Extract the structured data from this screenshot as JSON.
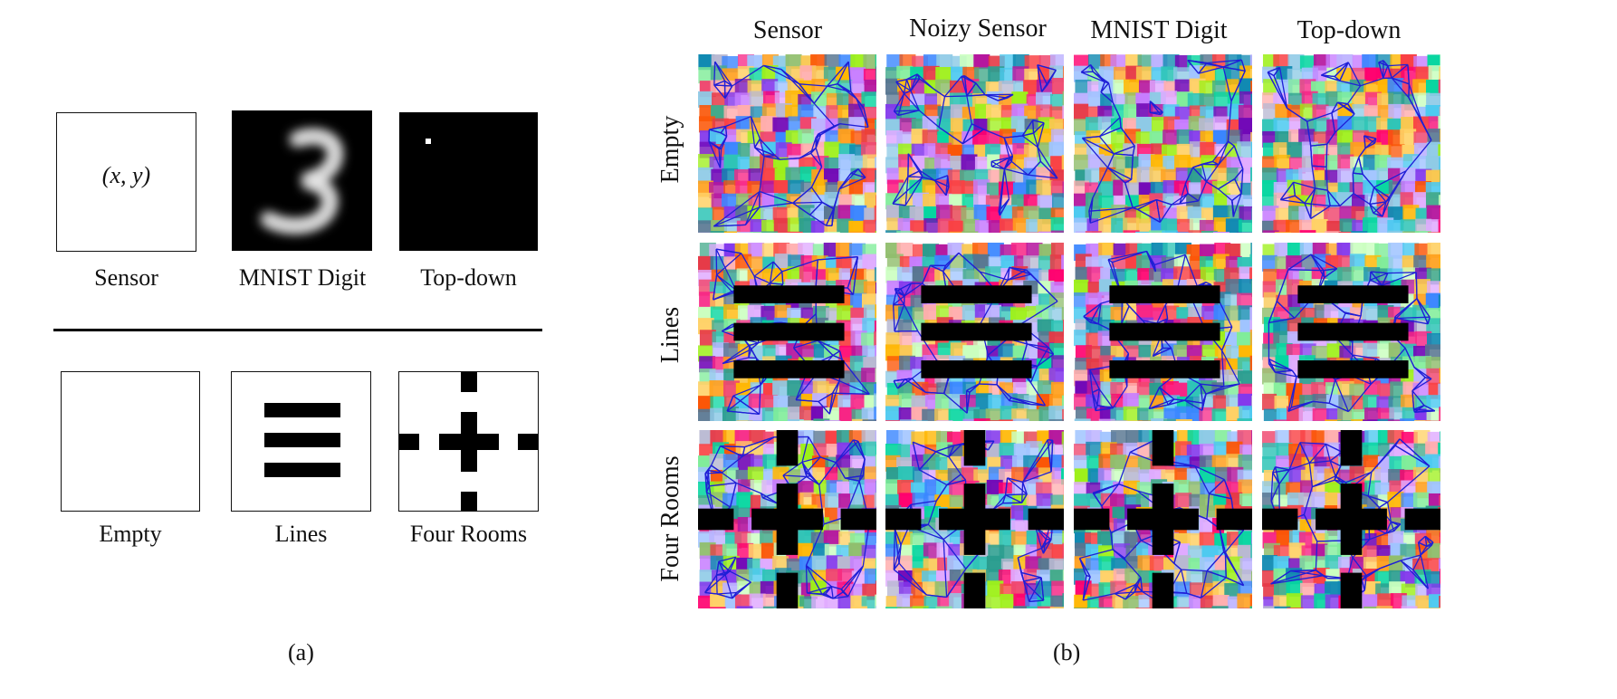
{
  "panel_a": {
    "observation_labels": {
      "sensor": "Sensor",
      "mnist": "MNIST Digit",
      "topdown": "Top-down"
    },
    "sensor_formula": "(x, y)",
    "environment_labels": {
      "empty": "Empty",
      "lines": "Lines",
      "four_rooms": "Four Rooms"
    },
    "caption": "(a)"
  },
  "panel_b": {
    "columns": [
      "Sensor",
      "Noizy Sensor",
      "MNIST Digit",
      "Top-down"
    ],
    "rows": [
      "Empty",
      "Lines",
      "Four Rooms"
    ],
    "caption": "(b)",
    "graph_edge_color": "#1f1fd6"
  }
}
